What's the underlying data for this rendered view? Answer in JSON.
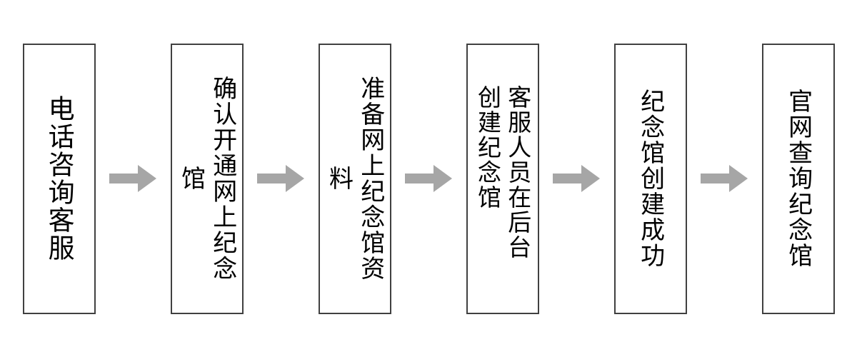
{
  "diagram": {
    "type": "linear-process-flowchart",
    "orientation": "left-to-right",
    "text_direction": "vertical-rl",
    "colors": {
      "box_border": "#404040",
      "box_fill": "#FFFFFF",
      "arrow_fill": "#A6A6A6",
      "text": "#000000",
      "background": "#FFFFFF"
    },
    "nodes": [
      {
        "id": "step-1",
        "label": "电话咨询客服",
        "columns": [
          "电话咨询客服"
        ]
      },
      {
        "id": "step-2",
        "label": "确认开通网上纪念馆",
        "columns": [
          "确认开通网上纪念馆"
        ]
      },
      {
        "id": "step-3",
        "label": "准备网上纪念馆资料",
        "columns": [
          "准备网上纪念馆资料"
        ]
      },
      {
        "id": "step-4",
        "label": "客服人员在后台创建纪念馆",
        "columns": [
          "客服人员在后台",
          "创建纪念馆"
        ]
      },
      {
        "id": "step-5",
        "label": "纪念馆创建成功",
        "columns": [
          "纪念馆创建成功"
        ]
      },
      {
        "id": "step-6",
        "label": "官网查询纪念馆",
        "columns": [
          "官网查询纪念馆"
        ]
      }
    ],
    "connectors": [
      {
        "id": "arrow-1",
        "icon": "right-arrow-icon",
        "from": "step-1",
        "to": "step-2"
      },
      {
        "id": "arrow-2",
        "icon": "right-arrow-icon",
        "from": "step-2",
        "to": "step-3"
      },
      {
        "id": "arrow-3",
        "icon": "right-arrow-icon",
        "from": "step-3",
        "to": "step-4"
      },
      {
        "id": "arrow-4",
        "icon": "right-arrow-icon",
        "from": "step-4",
        "to": "step-5"
      },
      {
        "id": "arrow-5",
        "icon": "right-arrow-icon",
        "from": "step-5",
        "to": "step-6"
      }
    ]
  }
}
